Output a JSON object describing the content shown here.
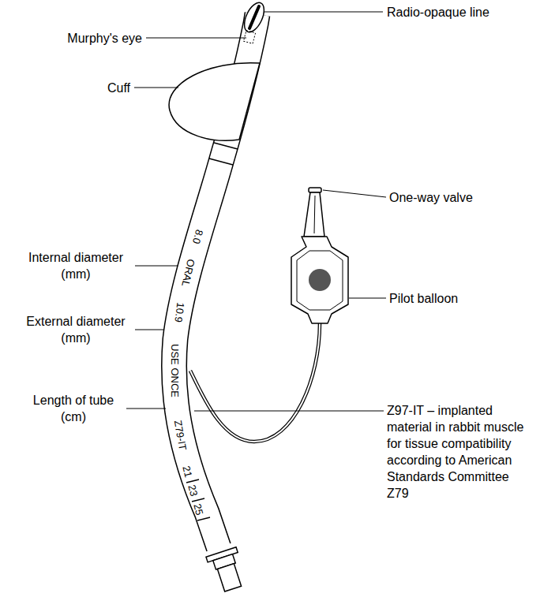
{
  "diagram": {
    "labels": [
      "Radio-opaque line",
      "Murphy's eye",
      "Cuff",
      "One-way valve",
      "Internal diameter (mm)",
      "Pilot balloon",
      "External diameter (mm)",
      "Z97-IT – implanted material in rabbit muscle for tissue compatibility according to American Standards Committee Z79",
      "Length of tube (cm)",
      "8.0",
      "ORAL",
      "10.9",
      "USE ONCE",
      "Z79-IT",
      "21",
      "23",
      "25"
    ]
  }
}
